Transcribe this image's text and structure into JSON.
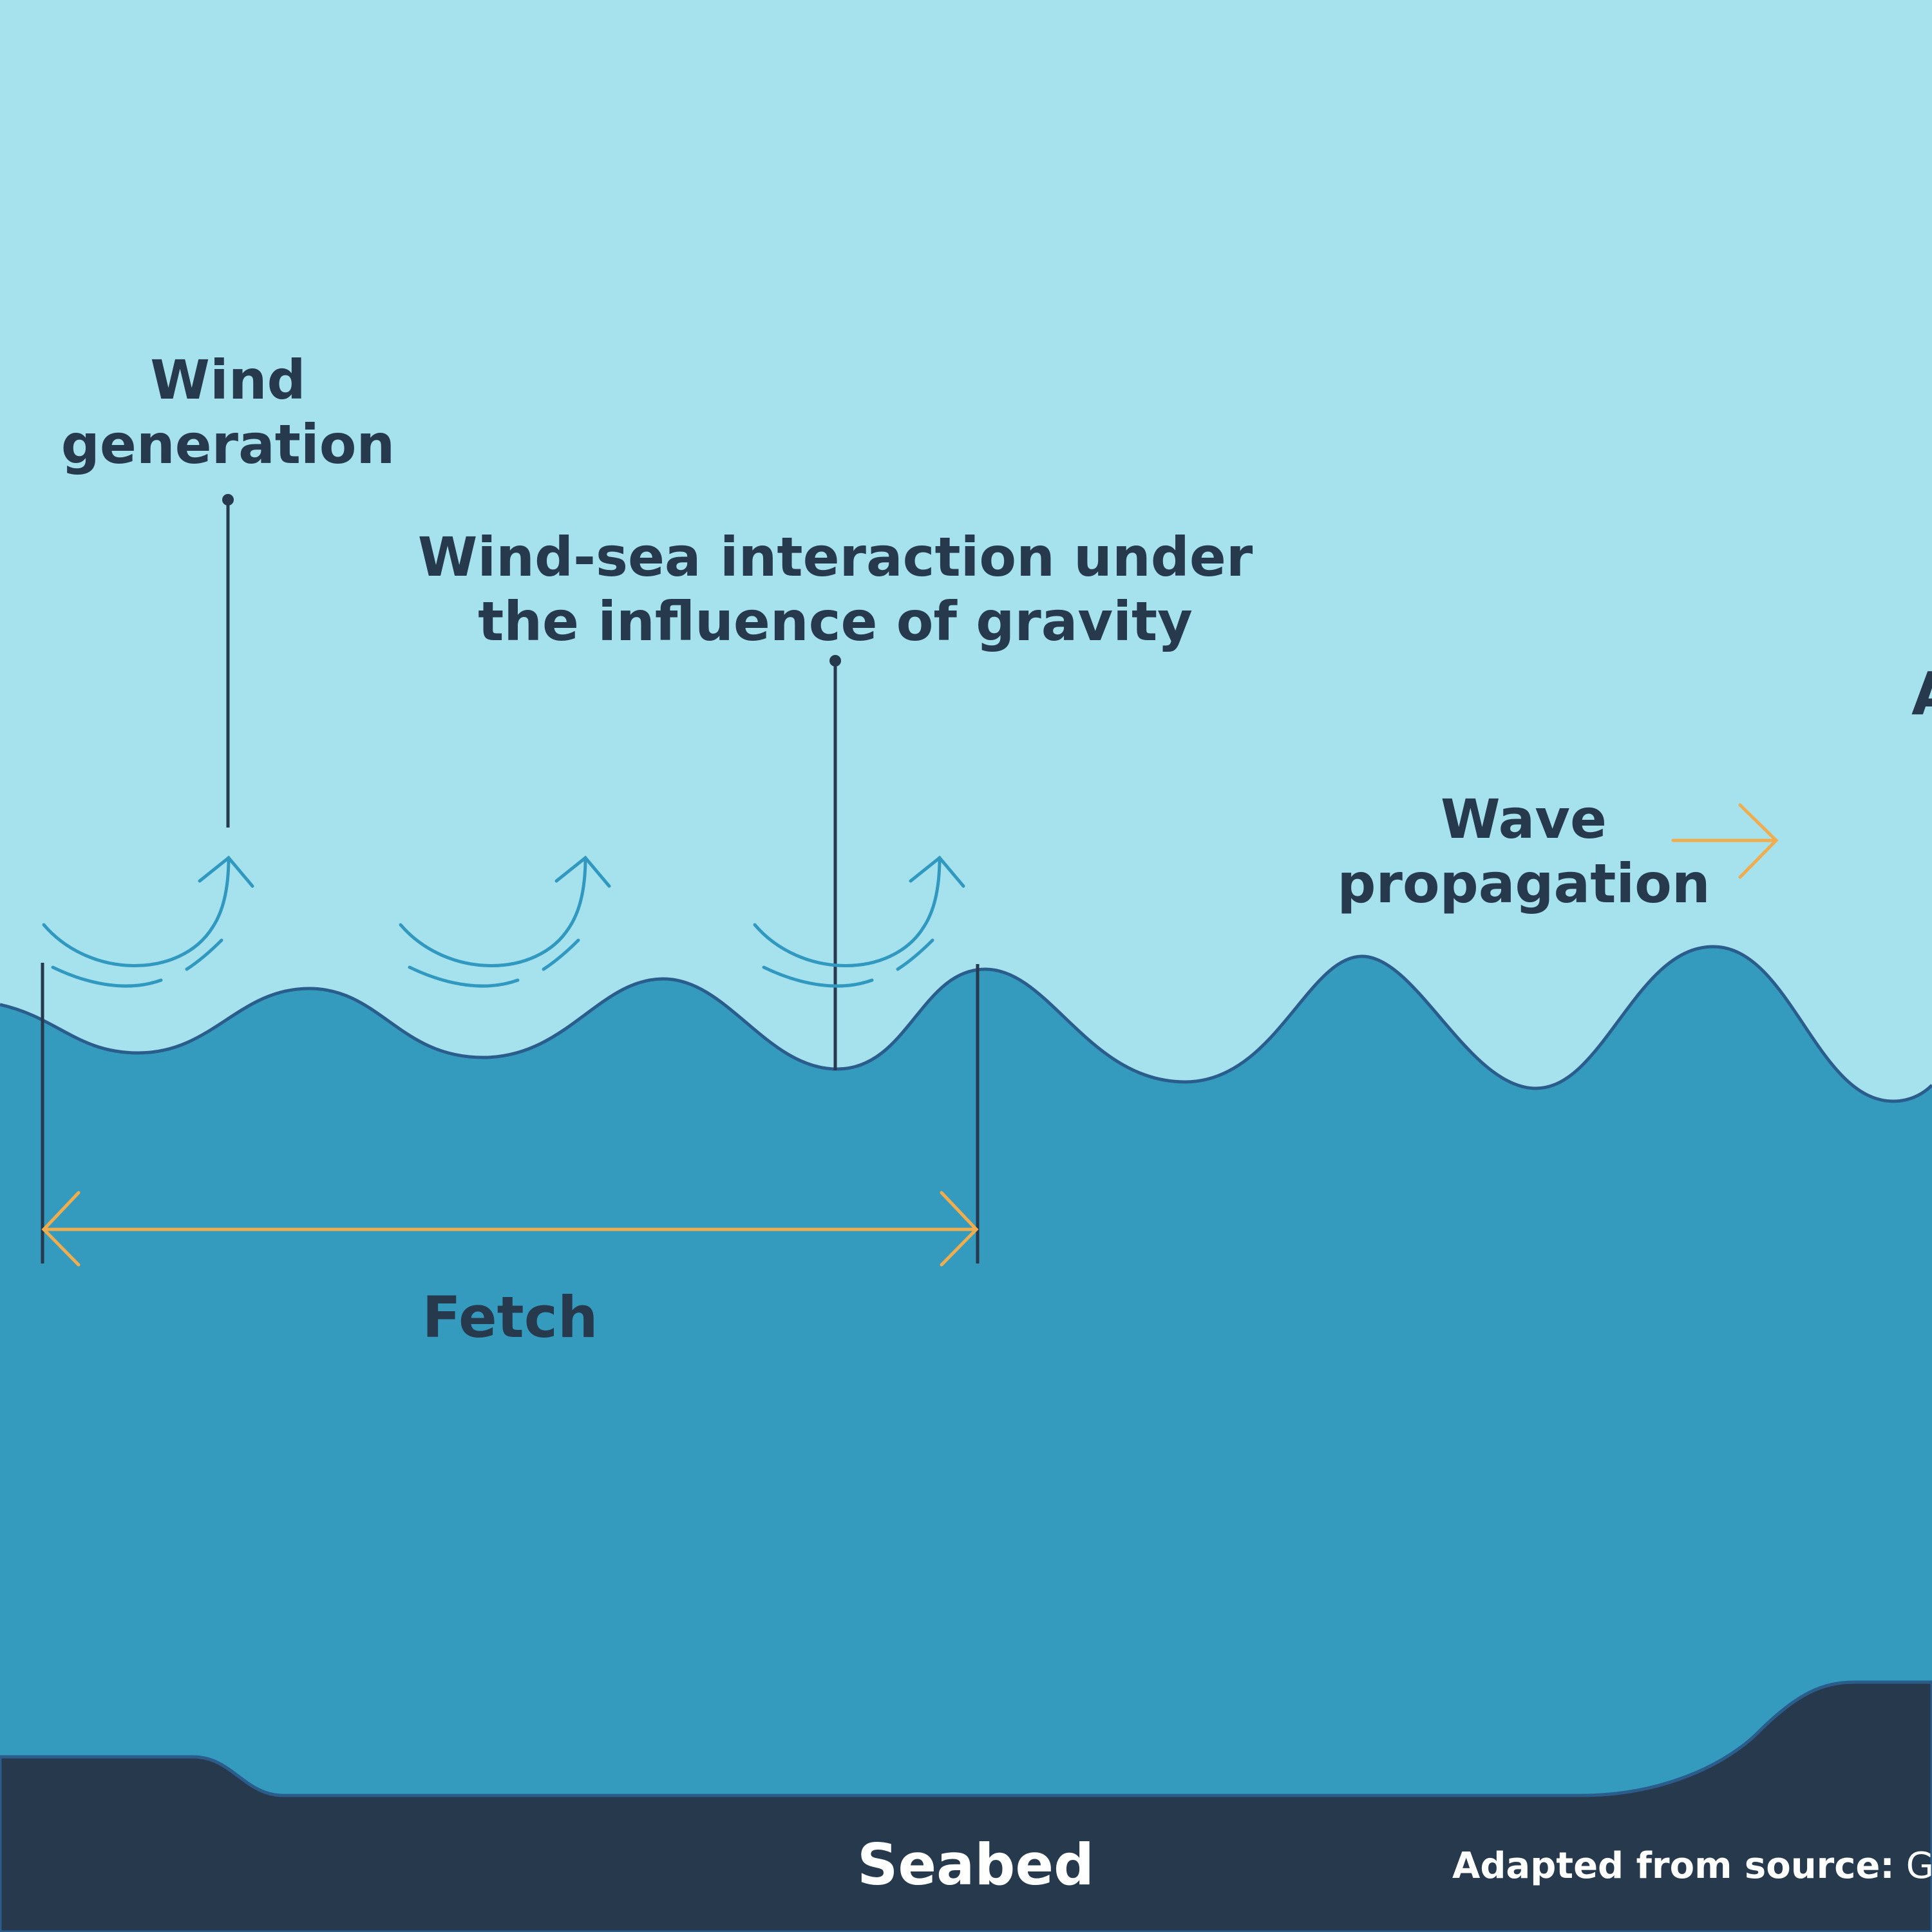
{
  "labels": {
    "wind_generation": [
      "Wind",
      "generation"
    ],
    "wind_sea_interaction": [
      "Wind-sea interaction under",
      "the influence of gravity"
    ],
    "wave_propagation": [
      "Wave",
      "propagation"
    ],
    "fetch": "Fetch",
    "arrival_partial": "A",
    "seabed": "Seabed",
    "source_prefix": "Adapted from source:",
    "source_text": " G. Lemo"
  },
  "colors": {
    "sky": "#a6e1ee",
    "sea": "#349bbe",
    "wave_outline": "#2b5d8c",
    "seabed": "#273a4d",
    "text_dark": "#27394d",
    "wind_arrows": "#3199c0",
    "orange_arrows": "#f0ad4e",
    "leader_lines": "#27394d"
  },
  "icons": {
    "wind_swirls": "wind-swirl-icon",
    "fetch_arrow": "double-headed-arrow-icon",
    "propagation_arrow": "right-arrow-icon"
  }
}
